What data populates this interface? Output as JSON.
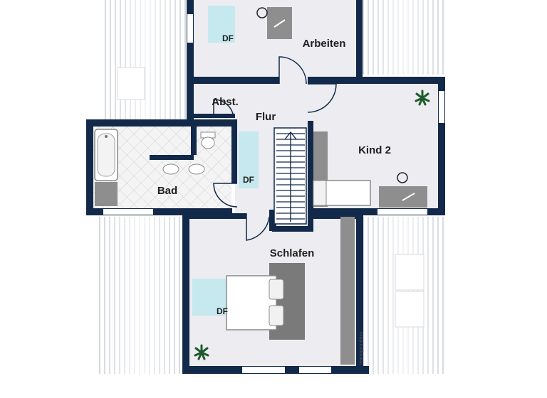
{
  "rooms": {
    "arbeiten": "Arbeiten",
    "abstellraum": "Abst.",
    "flur": "Flur",
    "kind2": "Kind 2",
    "bad": "Bad",
    "schlafen": "Schlafen"
  },
  "window_labels": {
    "arbeiten": "DF",
    "bad": "DF",
    "schlafen": "DF"
  },
  "watermark": "Immogrundriss",
  "colors": {
    "wall": "#12294a",
    "floor": "#ececf1",
    "window_glass": "#bfe8ee",
    "roof_stripes": "#9aa6b2",
    "furniture": "#7a7a7a"
  }
}
